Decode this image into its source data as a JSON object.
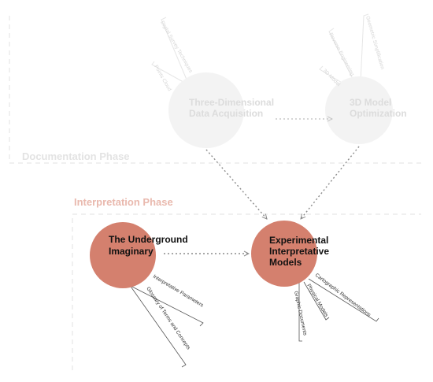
{
  "colors": {
    "accent": "#d4806e",
    "accent_text": "#e9b9ae",
    "muted_circle": "#f3f3f3",
    "muted_text": "#dcdcdc",
    "muted_phase": "#e3e3e3",
    "connector": "#8c8c8c",
    "dark_text": "#111111",
    "dash": "#d8d8d8"
  },
  "phases": {
    "documentation": "Documentation Phase",
    "interpretation": "Interpretation Phase"
  },
  "nodes": {
    "acquisition": {
      "line1": "Three-Dimensional",
      "line2": "Data Acquisition"
    },
    "optimization": {
      "line1": "3D Model",
      "line2": "Optimization"
    },
    "underground": {
      "line1": "The Underground",
      "line2": "Imaginary"
    },
    "experimental": {
      "line1": "Experimental",
      "line2": "Interpretative",
      "line3": "Models"
    }
  },
  "tags": {
    "acquisition": [
      "Digital Survey Techniques",
      "Points Cloud"
    ],
    "optimization": [
      "Geometric Simplification",
      "Reverse Engineering",
      "3D Model"
    ],
    "underground": [
      "Interpretative Parameters",
      "Glossary of Terms and Concepts"
    ],
    "experimental": [
      "Cartographic Representations",
      "Physical Models",
      "Graphic Documents"
    ]
  }
}
